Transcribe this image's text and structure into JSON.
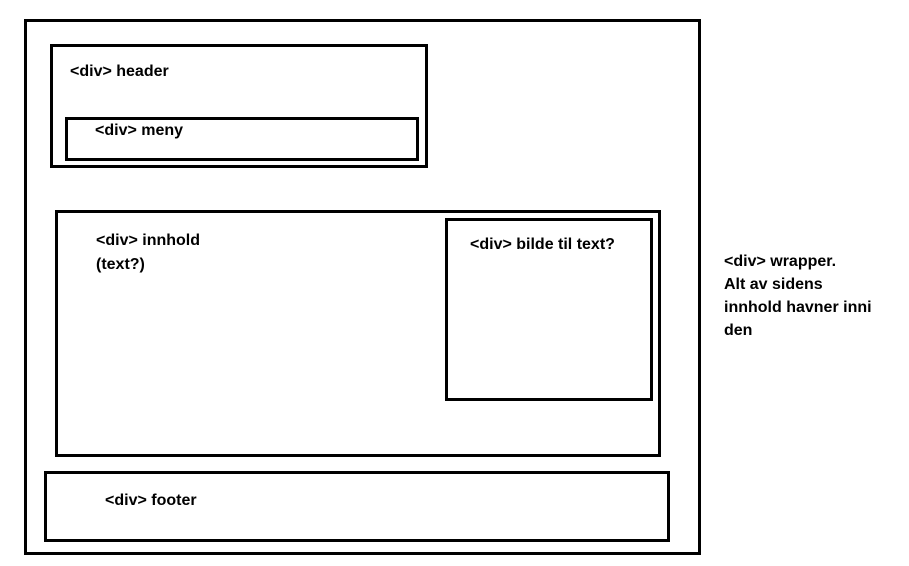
{
  "diagram": {
    "wrapper": {
      "note_lines": [
        "<div> wrapper.",
        "Alt av sidens",
        "innhold havner inni",
        "den"
      ]
    },
    "header": {
      "label": "<div> header"
    },
    "meny": {
      "label": "<div> meny"
    },
    "innhold": {
      "label": "<div> innhold",
      "sublabel": "(text?)"
    },
    "bilde": {
      "label": "<div> bilde til text?"
    },
    "footer": {
      "label": "<div> footer"
    }
  }
}
